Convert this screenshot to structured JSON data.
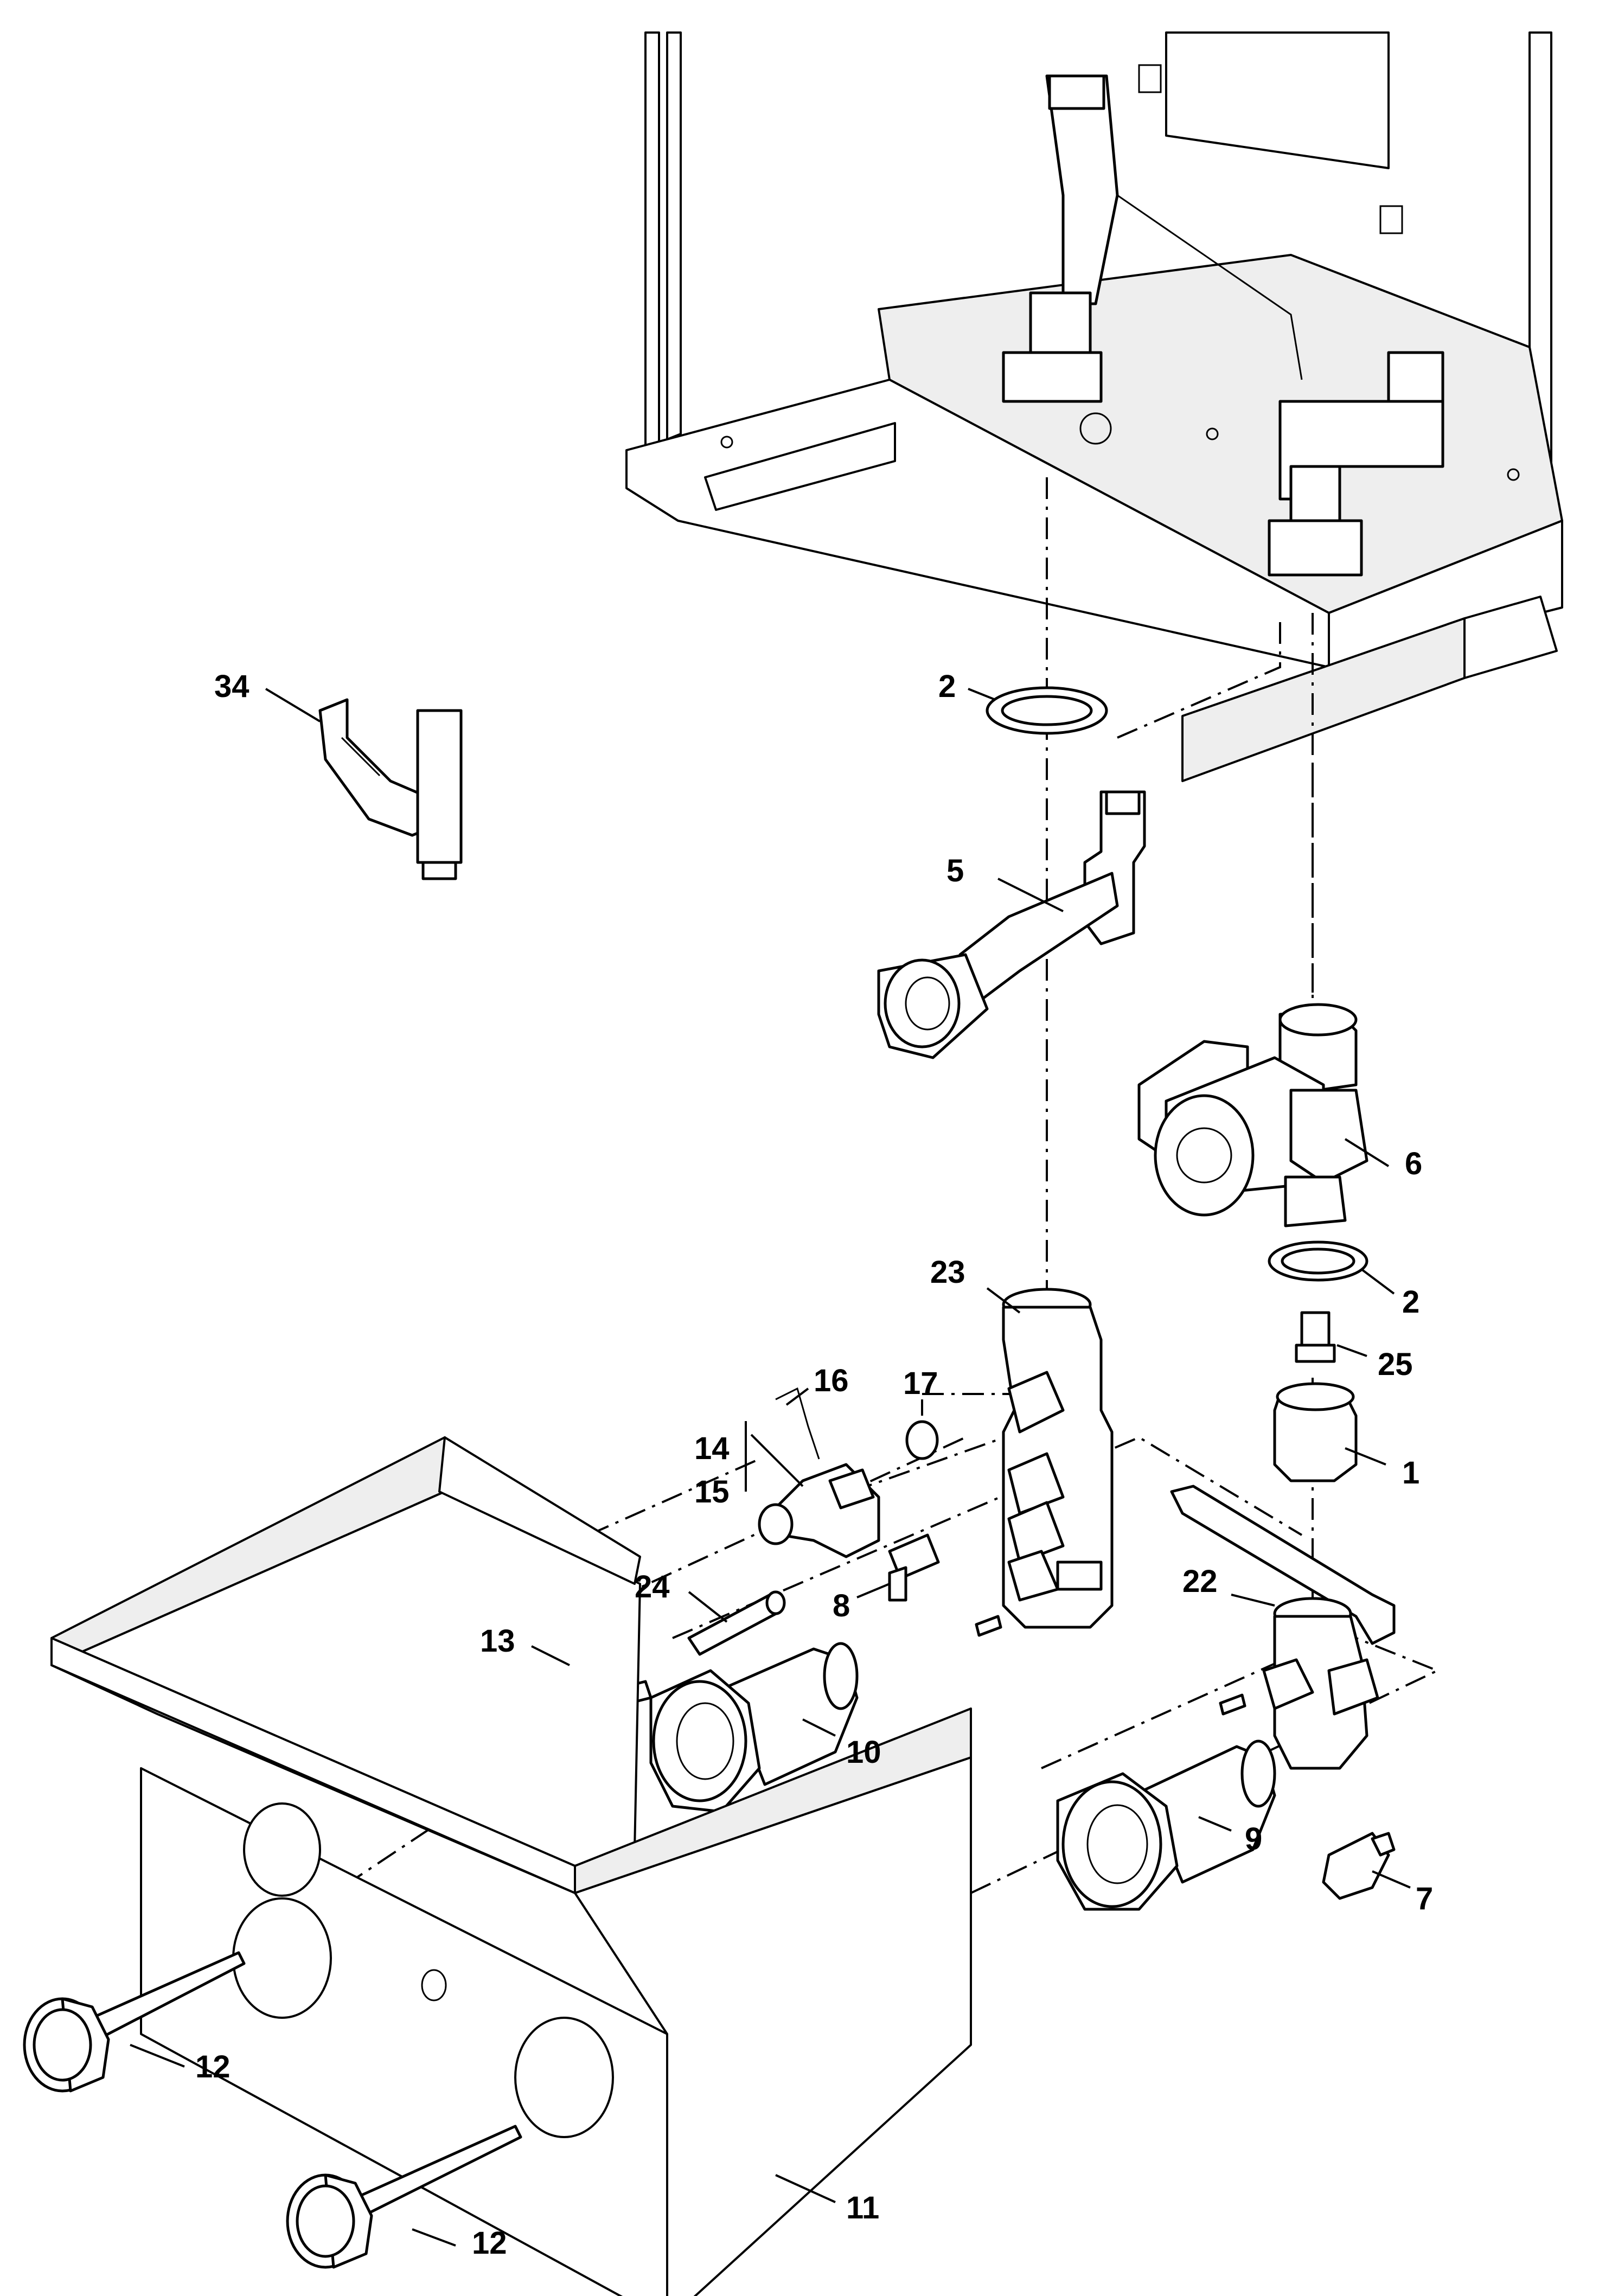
{
  "callouts": [
    {
      "id": "c1",
      "label": "1"
    },
    {
      "id": "c2a",
      "label": "2"
    },
    {
      "id": "c2b",
      "label": "2"
    },
    {
      "id": "c5",
      "label": "5"
    },
    {
      "id": "c6",
      "label": "6"
    },
    {
      "id": "c7",
      "label": "7"
    },
    {
      "id": "c8",
      "label": "8"
    },
    {
      "id": "c9",
      "label": "9"
    },
    {
      "id": "c10",
      "label": "10"
    },
    {
      "id": "c11",
      "label": "11"
    },
    {
      "id": "c12a",
      "label": "12"
    },
    {
      "id": "c12b",
      "label": "12"
    },
    {
      "id": "c13",
      "label": "13"
    },
    {
      "id": "c14",
      "label": "14"
    },
    {
      "id": "c15",
      "label": "15"
    },
    {
      "id": "c16",
      "label": "16"
    },
    {
      "id": "c17",
      "label": "17"
    },
    {
      "id": "c22",
      "label": "22"
    },
    {
      "id": "c23",
      "label": "23"
    },
    {
      "id": "c24",
      "label": "24"
    },
    {
      "id": "c25",
      "label": "25"
    },
    {
      "id": "c34",
      "label": "34"
    }
  ],
  "colors": {
    "line": "#000000",
    "background": "#ffffff",
    "shade": "#e6e6e6"
  }
}
